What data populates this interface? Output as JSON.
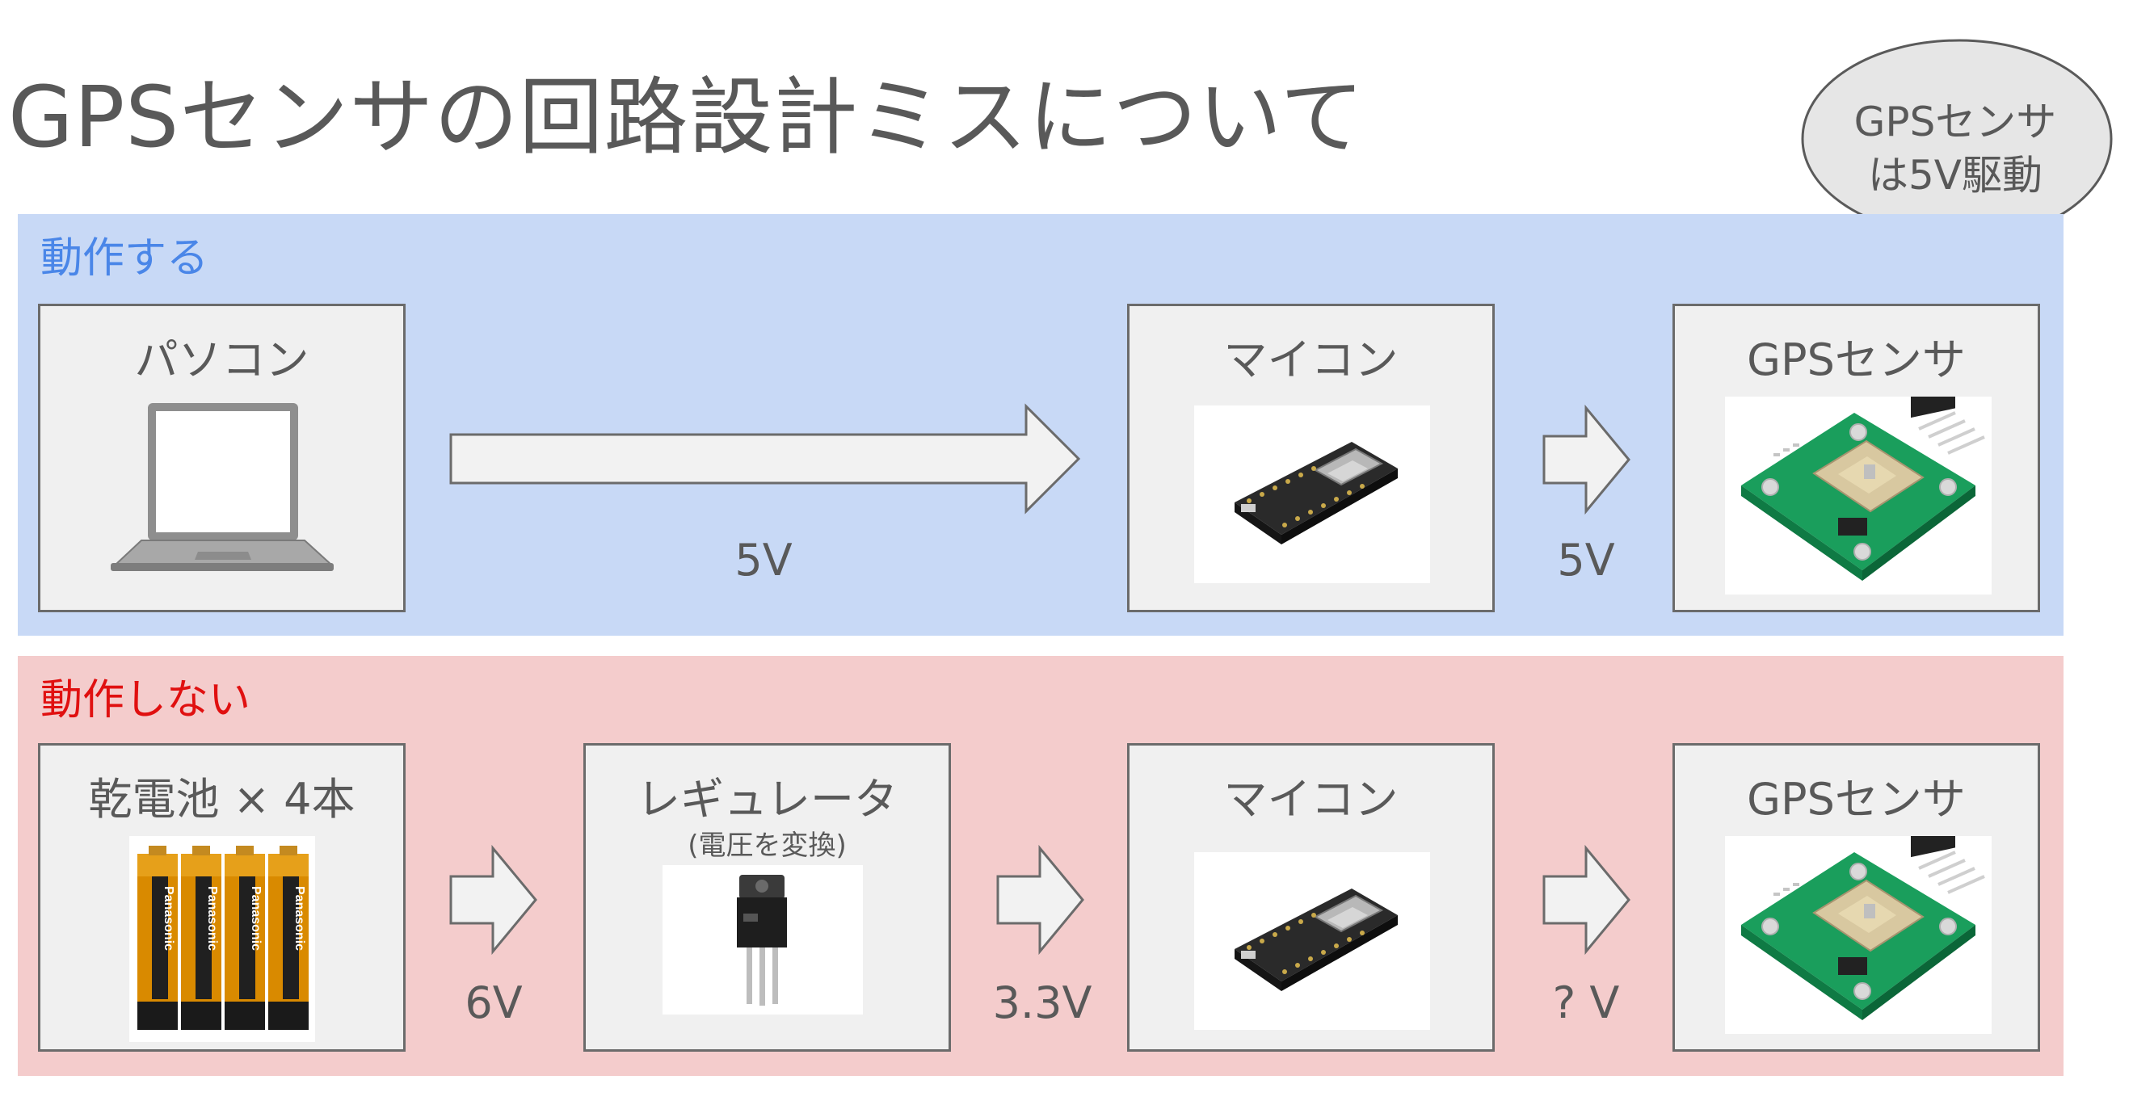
{
  "title": "GPSセンサの回路設計ミスについて",
  "bubble": {
    "line1": "GPSセンサ",
    "line2": "は5V駆動"
  },
  "panels": {
    "working": {
      "label": "動作する",
      "boxes": {
        "pc": "パソコン",
        "mcu": "マイコン",
        "gps": "GPSセンサ"
      },
      "voltages": {
        "pc_to_mcu": "5V",
        "mcu_to_gps": "5V"
      }
    },
    "not_working": {
      "label": "動作しない",
      "boxes": {
        "battery": "乾電池 × 4本",
        "regulator": "レギュレータ",
        "regulator_sub": "(電圧を変換)",
        "mcu": "マイコン",
        "gps": "GPSセンサ"
      },
      "voltages": {
        "battery_to_reg": "6V",
        "reg_to_mcu": "3.3V",
        "mcu_to_gps": "? V"
      }
    }
  },
  "colors": {
    "blue_panel": "#c8d9f6",
    "red_panel": "#f4cccc",
    "blue_label": "#4a86e8",
    "red_label": "#e01010",
    "box_bg": "#f0f0f0",
    "box_border": "#6b6b6b",
    "text": "#595959"
  },
  "battery_brand": "Panasonic"
}
